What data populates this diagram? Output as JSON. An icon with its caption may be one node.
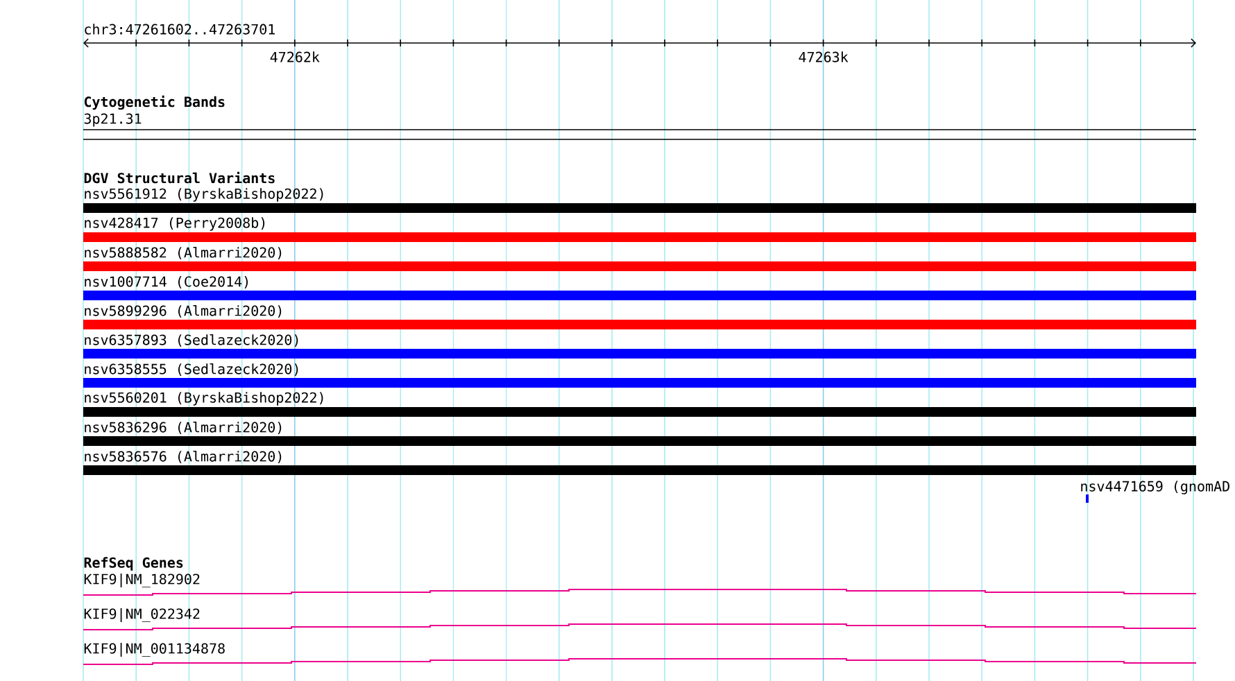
{
  "diagram": {
    "labels": [
      "chr3:47261602..47263701",
      "47262k",
      "47263k",
      "Cytogenetic Bands",
      "3p21.31",
      "DGV Structural Variants",
      "nsv5561912 (ByrskaBishop2022)",
      "nsv428417 (Perry2008b)",
      "nsv5888582 (Almarri2020)",
      "nsv1007714 (Coe2014)",
      "nsv5899296 (Almarri2020)",
      "nsv6357893 (Sedlazeck2020)",
      "nsv6358555 (Sedlazeck2020)",
      "nsv5560201 (ByrskaBishop2022)",
      "nsv5836296 (Almarri2020)",
      "nsv5836576 (Almarri2020)",
      "nsv4471659 (gnomAD",
      "RefSeq Genes",
      "KIF9|NM_182902",
      "KIF9|NM_022342",
      "KIF9|NM_001134878"
    ]
  }
}
